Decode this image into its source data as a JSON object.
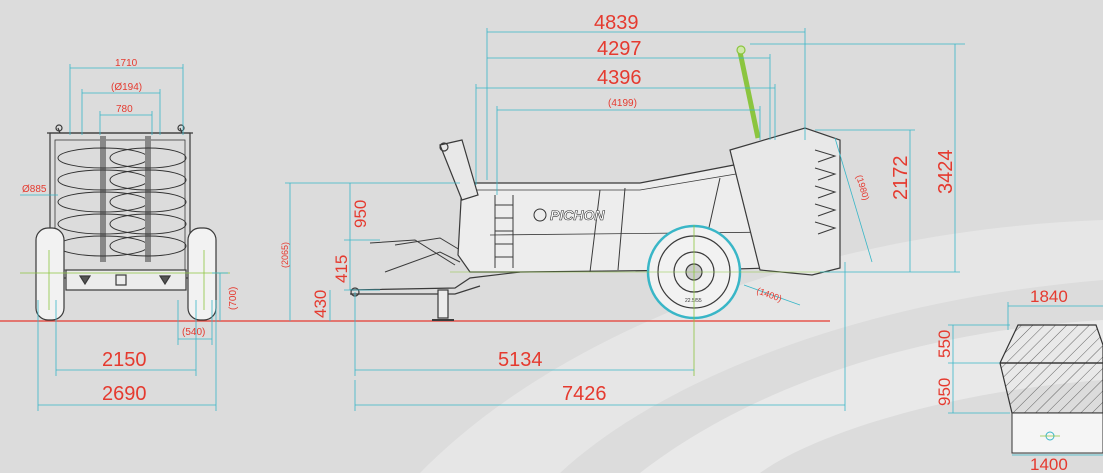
{
  "brand": "PICHON",
  "colors": {
    "background": "#dcdcdc",
    "dimension_text": "#e53a2f",
    "dimension_lines": "#39b6c7",
    "outline": "#333333",
    "ground_line": "#e53a2f",
    "highlight_green": "#8bc53f"
  },
  "front_view": {
    "width_top": "1710",
    "auger_diameter_small": "(Ø194)",
    "auger_spacing": "780",
    "auger_diameter": "Ø885",
    "ground_clearance": "(700)",
    "wheel_width": "(540)",
    "track_width": "2150",
    "overall_width": "2690"
  },
  "side_view": {
    "overall_length_top": "4839",
    "length_4297": "4297",
    "length_4396": "4396",
    "length_4199": "(4199)",
    "height_950": "950",
    "height_415": "415",
    "height_430": "430",
    "height_2065": "(2065)",
    "height_2172": "2172",
    "height_3424": "3424",
    "rotor_span": "(1980)",
    "wheel_diameter": "(1400)",
    "axle_distance": "5134",
    "overall_length": "7426",
    "tyre_label": "22.5/55"
  },
  "rear_view": {
    "top_width": "1840",
    "upper_height": "550",
    "lower_height": "950",
    "bottom_width": "1400"
  }
}
